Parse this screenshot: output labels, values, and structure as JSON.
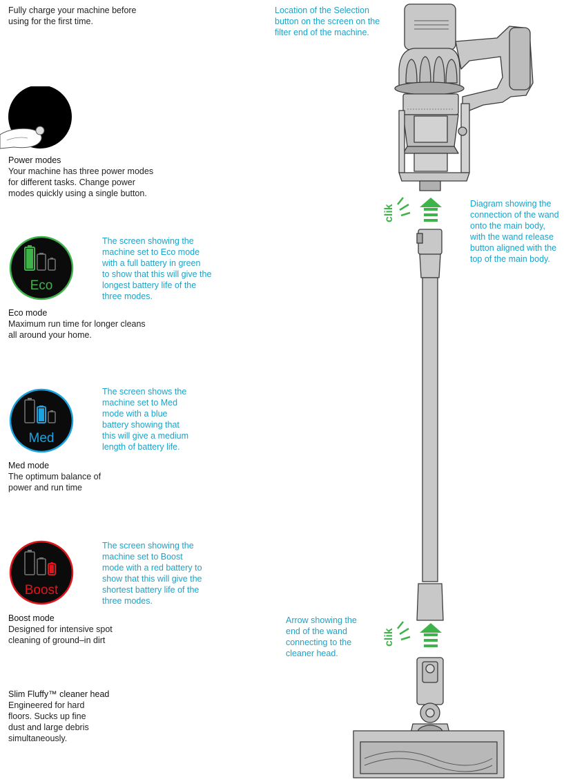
{
  "intro": {
    "text": "Fully charge your machine before\nusing for the first time."
  },
  "power_modes": {
    "title": "Power modes",
    "description": "Your machine has three power modes\nfor different tasks. Change power\nmodes quickly using a single button."
  },
  "eco": {
    "screen_label": "Eco",
    "caption": "The screen showing the\nmachine set to Eco mode\nwith a full battery in green\nto show that this will give the\nlongest battery life of the\nthree modes.",
    "title": "Eco mode",
    "description": "Maximum run time for longer cleans\nall around your home.",
    "color": "#3db34a"
  },
  "med": {
    "screen_label": "Med",
    "caption": "The screen shows the\nmachine set to Med\nmode with a blue\nbattery showing that\nthis will give a medium\nlength of battery life.",
    "title": "Med mode",
    "description": "The optimum balance of\npower and run time",
    "color": "#1aa3e0"
  },
  "boost": {
    "screen_label": "Boost",
    "caption": "The screen showing the\nmachine set to Boost\nmode with a red battery to\nshow that this will give the\nshortest battery life of the\nthree modes.",
    "title": "Boost mode",
    "description": "Designed for intensive spot\ncleaning of ground–in dirt",
    "color": "#e0161c"
  },
  "cleaner_head": {
    "title": "Slim Fluffy™ cleaner head",
    "description": "Engineered for hard\nfloors. Sucks up fine\ndust and large debris\nsimultaneously."
  },
  "captions": {
    "selection_button": "Location of the Selection\nbutton on the screen on the\nfilter end of the machine.",
    "wand_connection": "Diagram showing the\nconnection of the wand\nonto the main body,\nwith the wand release\nbutton aligned with the\ntop of the main body.",
    "head_connection": "Arrow showing the\nend of the wand\nconnecting to the\ncleaner head."
  },
  "clik_label": "clik",
  "colors": {
    "accent_cyan": "#1aa3c8",
    "clik_green": "#3db34a",
    "machine_grey": "#c8c8c8"
  }
}
